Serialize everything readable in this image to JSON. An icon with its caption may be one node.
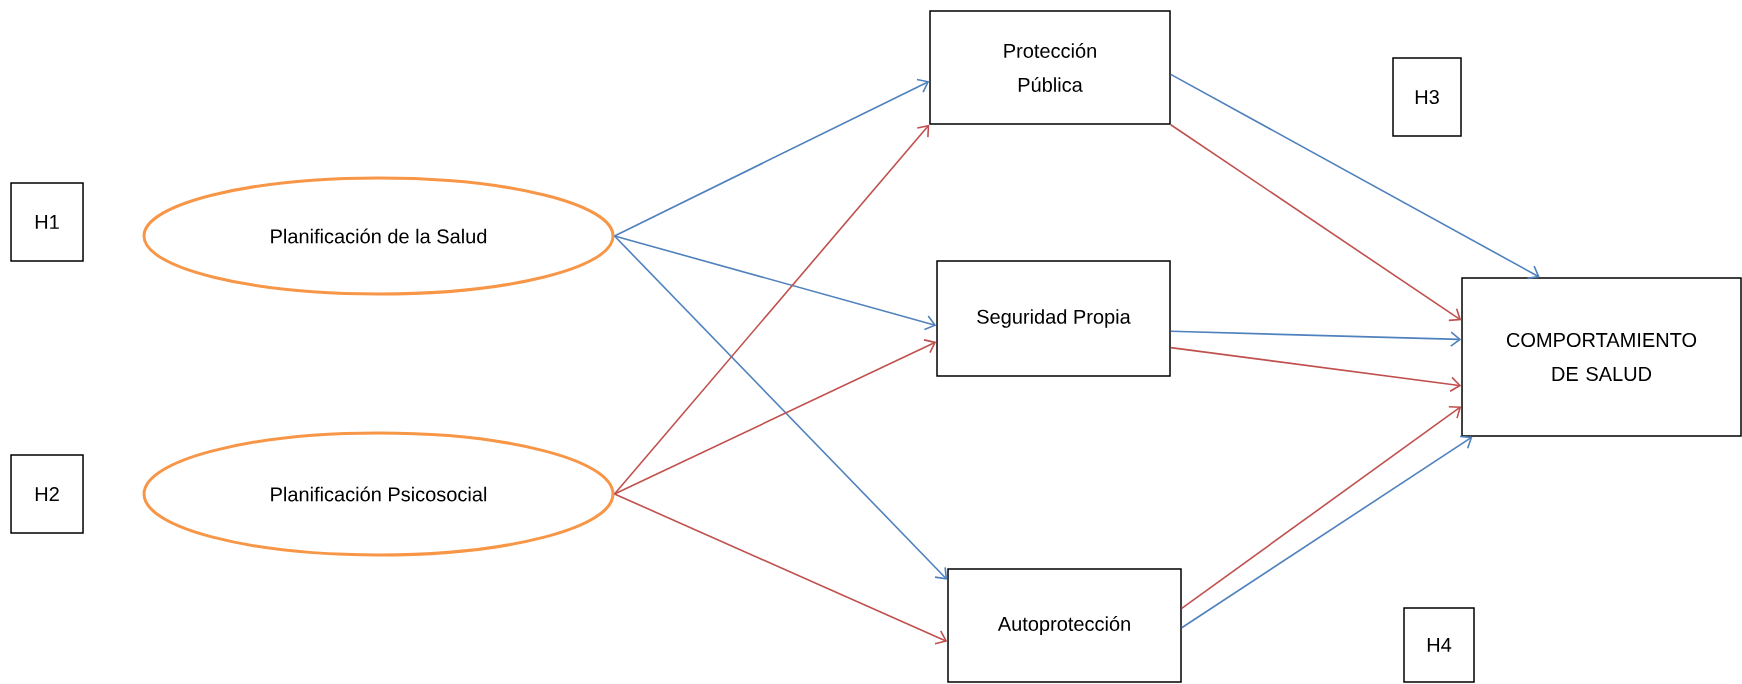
{
  "diagram": {
    "nodes": [
      {
        "text": [
          "H1"
        ]
      },
      {
        "text": [
          "Planificación de la Salud"
        ]
      },
      {
        "text": [
          "H2"
        ]
      },
      {
        "text": [
          "Planificación Psicosocial"
        ]
      },
      {
        "text": [
          "Protección Pública"
        ]
      },
      {
        "text": [
          "H3"
        ]
      },
      {
        "text": [
          "Seguridad Propia"
        ]
      },
      {
        "text": [
          "Autoprotección"
        ]
      },
      {
        "text": [
          "COMPORTAMIENTO DE SALUD"
        ]
      },
      {
        "text": [
          "H4"
        ]
      }
    ],
    "edges": [
      {
        "from": 1,
        "to": 4,
        "arrow": "to",
        "color": "#4f81bd"
      },
      {
        "from": 1,
        "to": 6,
        "arrow": "to",
        "color": "#4f81bd"
      },
      {
        "from": 1,
        "to": 7,
        "arrow": "to",
        "color": "#4f81bd"
      },
      {
        "from": 3,
        "to": 4,
        "arrow": "to",
        "color": "#c0504d"
      },
      {
        "from": 3,
        "to": 6,
        "arrow": "to",
        "color": "#c0504d"
      },
      {
        "from": 3,
        "to": 7,
        "arrow": "to",
        "color": "#c0504d"
      },
      {
        "from": 4,
        "to": 8,
        "arrow": "to",
        "color": "#4f81bd"
      },
      {
        "from": 4,
        "to": 8,
        "arrow": "to",
        "color": "#c0504d"
      },
      {
        "from": 6,
        "to": 8,
        "arrow": "to",
        "color": "#4f81bd"
      },
      {
        "from": 6,
        "to": 8,
        "arrow": "to",
        "color": "#c0504d"
      },
      {
        "from": 7,
        "to": 8,
        "arrow": "to",
        "color": "#c0504d"
      },
      {
        "from": 7,
        "to": 8,
        "arrow": "to",
        "color": "#4f81bd"
      }
    ]
  }
}
